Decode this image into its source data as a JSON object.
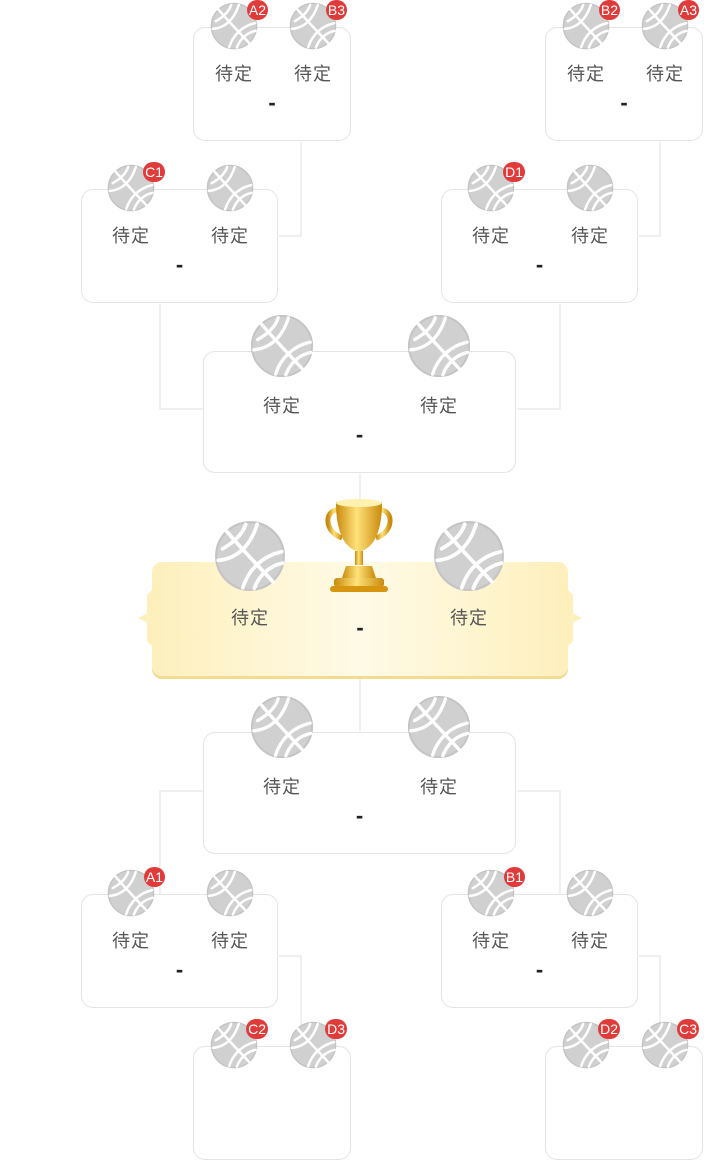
{
  "matches": [
    {
      "id": "m-top-left",
      "home": {
        "name": "待定",
        "seed": "A2"
      },
      "away": {
        "name": "待定",
        "seed": "B3"
      },
      "score": "-"
    },
    {
      "id": "m-top-right",
      "home": {
        "name": "待定",
        "seed": "B2"
      },
      "away": {
        "name": "待定",
        "seed": "A3"
      },
      "score": "-"
    },
    {
      "id": "m-upper-mid-left",
      "home": {
        "name": "待定",
        "seed": "C1"
      },
      "away": {
        "name": "待定",
        "seed": ""
      },
      "score": "-"
    },
    {
      "id": "m-upper-mid-right",
      "home": {
        "name": "待定",
        "seed": "D1"
      },
      "away": {
        "name": "待定",
        "seed": ""
      },
      "score": "-"
    },
    {
      "id": "m-upper-semi",
      "home": {
        "name": "待定",
        "seed": ""
      },
      "away": {
        "name": "待定",
        "seed": ""
      },
      "score": "-"
    },
    {
      "id": "m-final",
      "home": {
        "name": "待定",
        "seed": ""
      },
      "away": {
        "name": "待定",
        "seed": ""
      },
      "score": "-"
    },
    {
      "id": "m-lower-semi",
      "home": {
        "name": "待定",
        "seed": ""
      },
      "away": {
        "name": "待定",
        "seed": ""
      },
      "score": "-"
    },
    {
      "id": "m-lower-mid-left",
      "home": {
        "name": "待定",
        "seed": "A1"
      },
      "away": {
        "name": "待定",
        "seed": ""
      },
      "score": "-"
    },
    {
      "id": "m-lower-mid-right",
      "home": {
        "name": "待定",
        "seed": "B1"
      },
      "away": {
        "name": "待定",
        "seed": ""
      },
      "score": "-"
    },
    {
      "id": "m-bottom-left",
      "home": {
        "name": "",
        "seed": "C2"
      },
      "away": {
        "name": "",
        "seed": "D3"
      },
      "score": ""
    },
    {
      "id": "m-bottom-right",
      "home": {
        "name": "",
        "seed": "D2"
      },
      "away": {
        "name": "",
        "seed": "C3"
      },
      "score": ""
    }
  ],
  "icons": {
    "team_avatar": "basketball-icon",
    "champion": "trophy-icon"
  },
  "colors": {
    "badge": "#e03b3b",
    "avatar_ball": "#d0d0d0",
    "final_card": "#fdf0bd",
    "trophy_gold": "#e6a817",
    "connector": "#e0e0e0"
  }
}
